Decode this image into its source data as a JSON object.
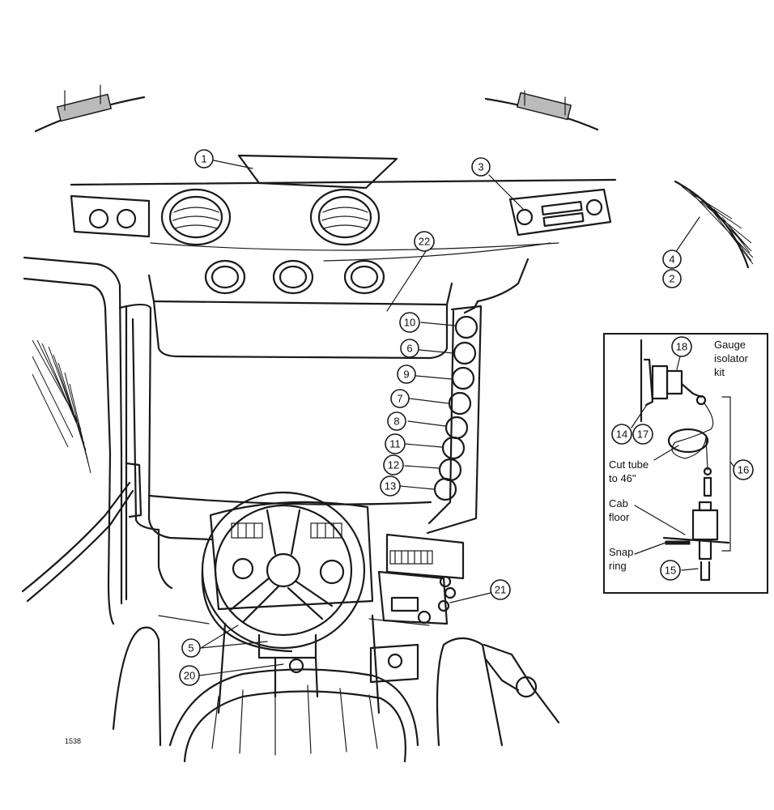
{
  "callouts": {
    "c1": "1",
    "c2": "2",
    "c3": "3",
    "c4": "4",
    "c5": "5",
    "c6": "6",
    "c7": "7",
    "c8": "8",
    "c9": "9",
    "c10": "10",
    "c11": "11",
    "c12": "12",
    "c13": "13",
    "c14": "14",
    "c15": "15",
    "c16": "16",
    "c17": "17",
    "c18": "18",
    "c20": "20",
    "c21": "21",
    "c22": "22"
  },
  "inset": {
    "title_line1": "Gauge",
    "title_line2": "isolator",
    "title_line3": "kit",
    "cut_line1": "Cut tube",
    "cut_line2": "to 46\"",
    "cab_line1": "Cab",
    "cab_line2": "floor",
    "snap_line1": "Snap",
    "snap_line2": "ring"
  },
  "figure_ref": "1538"
}
